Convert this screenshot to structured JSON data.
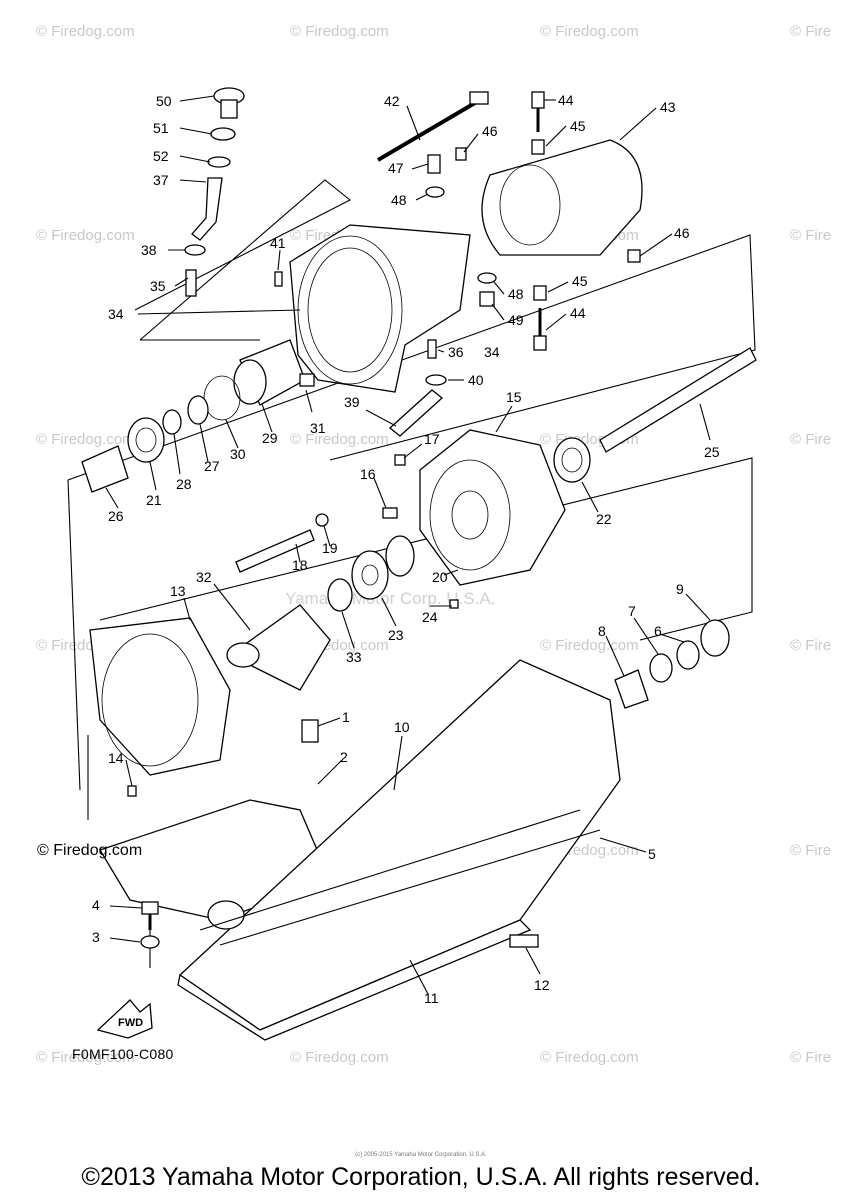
{
  "watermark": {
    "site": "© Firedog.com",
    "short": "© Fire",
    "diagram_mark": "Yamaha Motor Corp. U.S.A."
  },
  "diagram_code": "F0MF100-C080",
  "fwd_label": "FWD",
  "footer": {
    "copyright": "©2013 Yamaha Motor Corporation, U.S.A. All rights reserved.",
    "fine_print": "(c) 2005-2015 Yamaha Motor Corporation, U.S.A."
  },
  "callouts": {
    "c1": "1",
    "c2": "2",
    "c3": "3",
    "c4": "4",
    "c5": "5",
    "c6": "6",
    "c7": "7",
    "c8": "8",
    "c9": "9",
    "c10": "10",
    "c11": "11",
    "c12": "12",
    "c13": "13",
    "c14": "14",
    "c15": "15",
    "c16": "16",
    "c17": "17",
    "c18": "18",
    "c19": "19",
    "c20": "20",
    "c21": "21",
    "c22": "22",
    "c23": "23",
    "c24": "24",
    "c25": "25",
    "c26": "26",
    "c27": "27",
    "c28": "28",
    "c29": "29",
    "c30": "30",
    "c31": "31",
    "c32": "32",
    "c33": "33",
    "c34a": "34",
    "c34b": "34",
    "c35": "35",
    "c36": "36",
    "c37": "37",
    "c38": "38",
    "c39": "39",
    "c40": "40",
    "c41": "41",
    "c42": "42",
    "c43": "43",
    "c44a": "44",
    "c44b": "44",
    "c45a": "45",
    "c45b": "45",
    "c46a": "46",
    "c46b": "46",
    "c47": "47",
    "c48a": "48",
    "c48b": "48",
    "c49": "49",
    "c50": "50",
    "c51": "51",
    "c52": "52"
  }
}
